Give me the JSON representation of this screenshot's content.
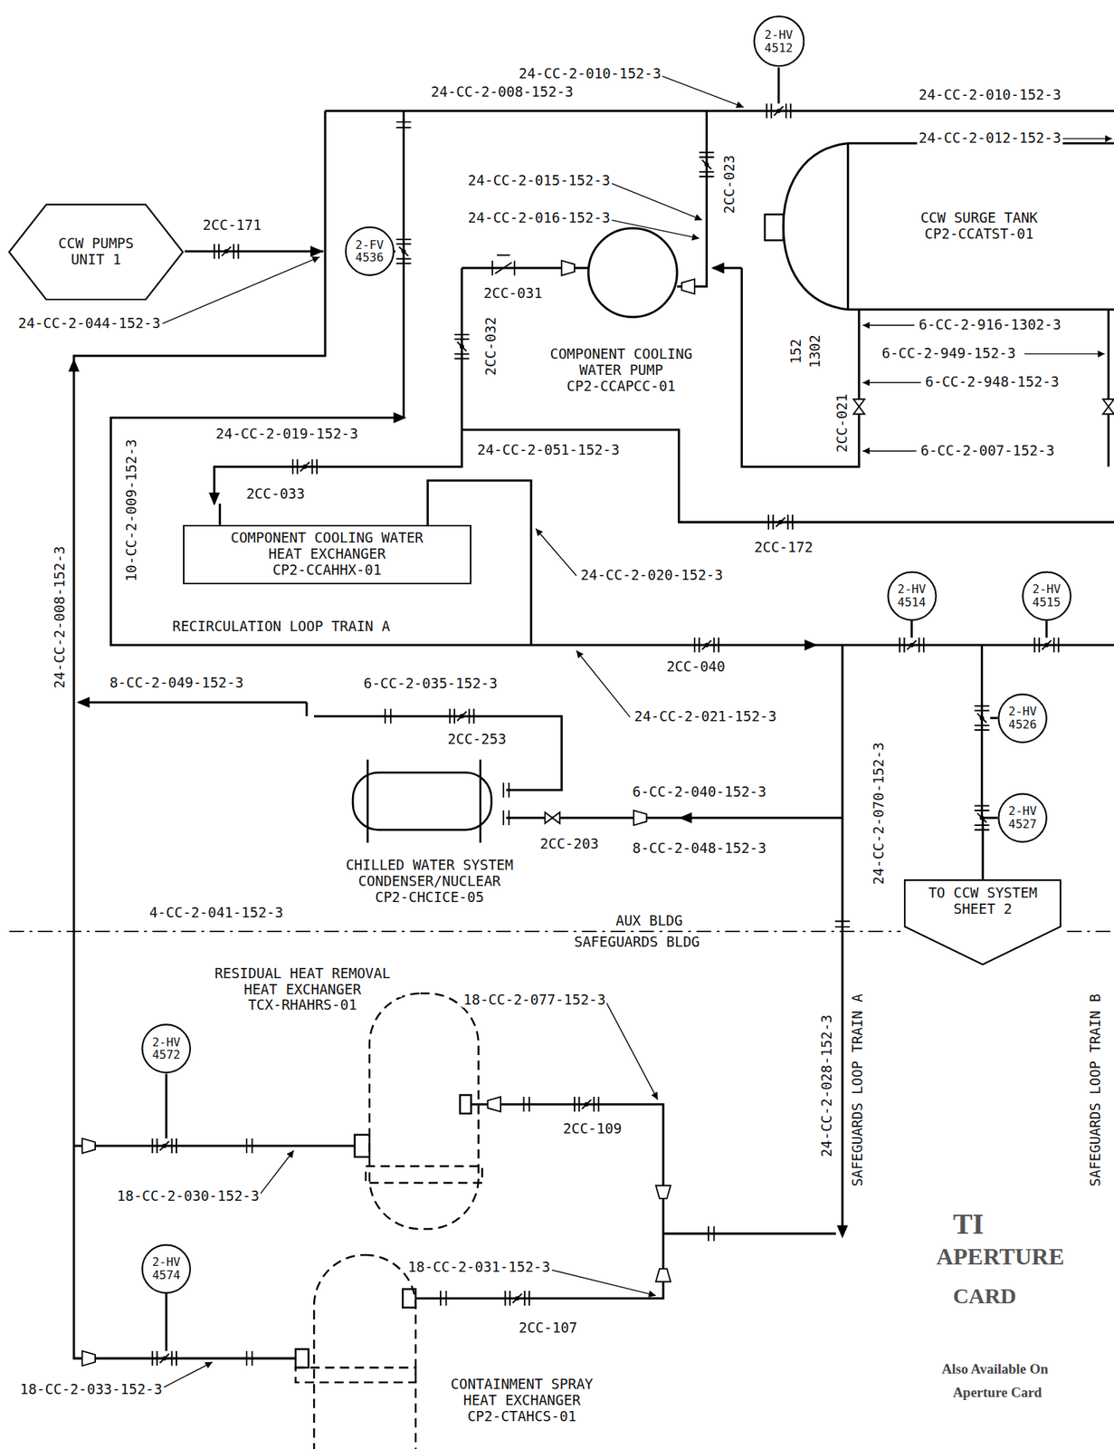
{
  "diagram": {
    "nodes": [
      {
        "text": [
          "CCW PUMPS UNIT 1"
        ]
      },
      {
        "text": [
          "2-FV",
          "4536"
        ]
      },
      {
        "text": [
          "2-HV",
          "4512"
        ]
      },
      {
        "text": [
          "CCW SURGE TANK",
          "CP2-CCATST-01"
        ]
      },
      {
        "text": [
          "COMPONENT COOLING WATER PUMP",
          "CP2-CCAPCC-01"
        ]
      },
      {
        "text": [
          "COMPONENT COOLING WATER HEAT EXCHANGER",
          "CP2-CCAHHX-01"
        ]
      },
      {
        "text": [
          "CHILLED WATER SYSTEM CONDENSER/NUCLEAR",
          "CP2-CHCICE-05"
        ]
      },
      {
        "text": [
          "2-HV",
          "4514"
        ]
      },
      {
        "text": [
          "2-HV",
          "4515"
        ]
      },
      {
        "text": [
          "2-HV",
          "4526"
        ]
      },
      {
        "text": [
          "2-HV",
          "4527"
        ]
      },
      {
        "text": [
          "TO CCW SYSTEM SHEET 2"
        ]
      },
      {
        "text": [
          "2-HV",
          "4572"
        ]
      },
      {
        "text": [
          "RESIDUAL HEAT REMOVAL HEAT EXCHANGER",
          "TCX-RHAHRS-01"
        ]
      },
      {
        "text": [
          "2-HV",
          "4574"
        ]
      },
      {
        "text": [
          "CONTAINMENT SPRAY HEAT EXCHANGER",
          "CP2-CTAHCS-01"
        ]
      }
    ],
    "edges": [
      {
        "from": 10,
        "to": 11,
        "arrow": "none"
      }
    ],
    "labels": [
      "24-CC-2-010-152-3",
      "24-CC-2-008-152-3",
      "24-CC-2-010-152-3",
      "24-CC-2-012-152-3",
      "2CC-171",
      "24-CC-2-044-152-3",
      "24-CC-2-015-152-3",
      "24-CC-2-016-152-3",
      "2CC-023",
      "2CC-031",
      "2CC-032",
      "6-CC-2-916-1302-3",
      "6-CC-2-949-152-3",
      "6-CC-2-948-152-3",
      "152",
      "1302",
      "2CC-021",
      "6-CC-2-007-152-3",
      "10-CC-2-009-152-3",
      "24-CC-2-019-152-3",
      "24-CC-2-051-152-3",
      "2CC-033",
      "2CC-172",
      "24-CC-2-020-152-3",
      "RECIRCULATION LOOP TRAIN A",
      "2CC-040",
      "24-CC-2-008-152-3",
      "8-CC-2-049-152-3",
      "6-CC-2-035-152-3",
      "2CC-253",
      "24-CC-2-021-152-3",
      "6-CC-2-040-152-3",
      "2CC-203",
      "8-CC-2-048-152-3",
      "24-CC-2-070-152-3",
      "4-CC-2-041-152-3",
      "AUX BLDG",
      "SAFEGUARDS BLDG",
      "SAFEGUARDS LOOP TRAIN A",
      "24-CC-2-028-152-3",
      "SAFEGUARDS LOOP TRAIN B",
      "18-CC-2-077-152-3",
      "2CC-109",
      "18-CC-2-030-152-3",
      "18-CC-2-031-152-3",
      "2CC-107",
      "18-CC-2-033-152-3",
      "TI",
      "APERTURE",
      "CARD",
      "Also Available On",
      "Aperture Card"
    ]
  }
}
